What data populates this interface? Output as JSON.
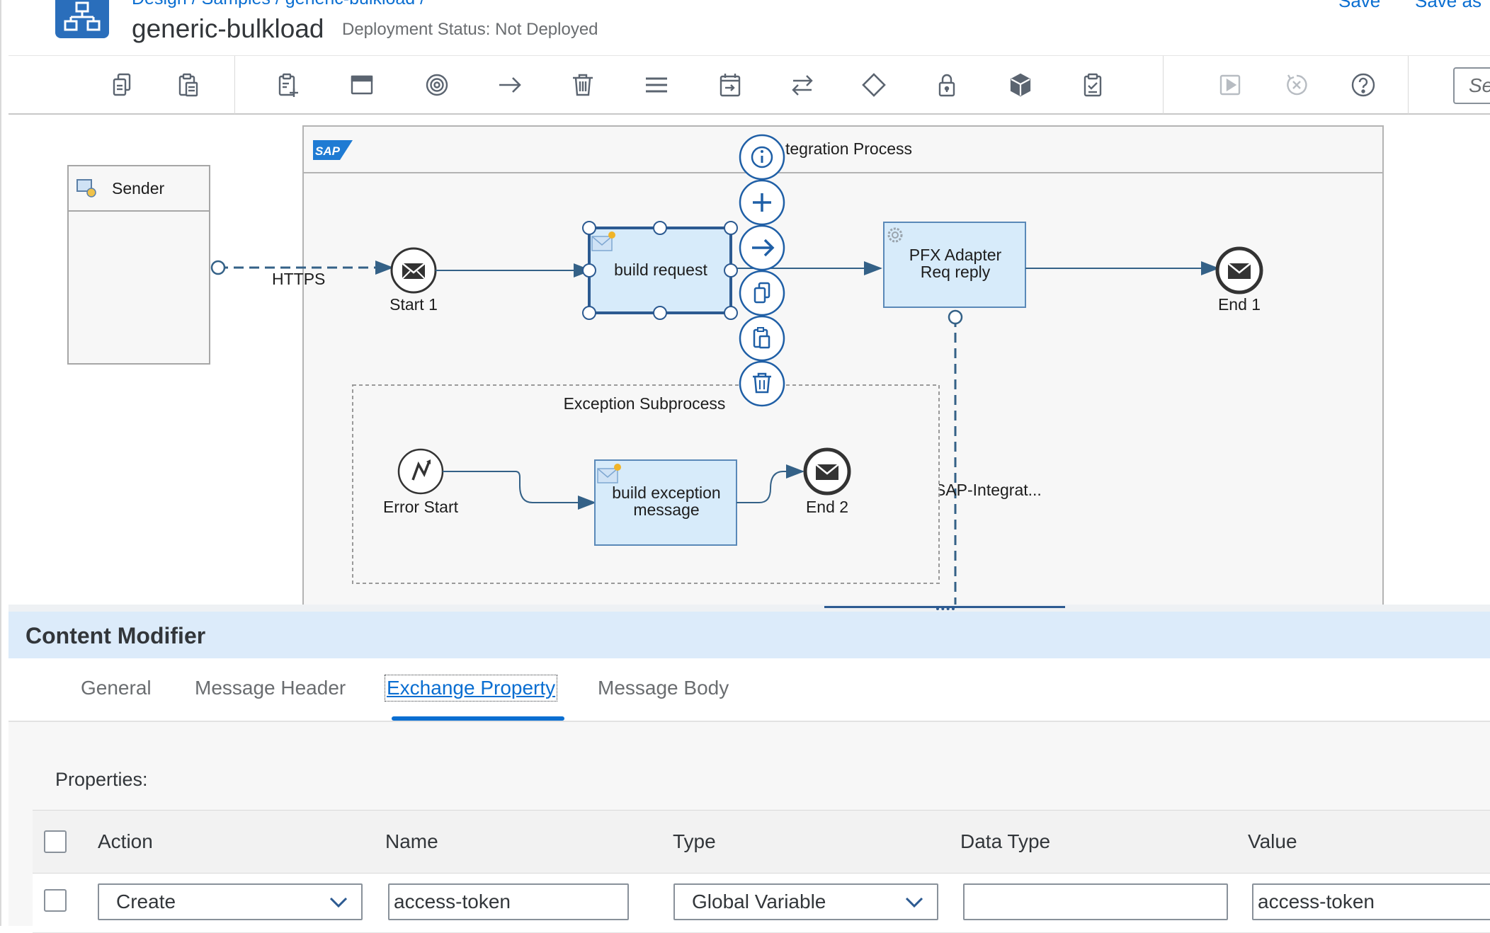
{
  "header": {
    "breadcrumb": "Design / Samples / generic-bulkload /",
    "title": "generic-bulkload",
    "deployment_status": "Deployment Status: Not Deployed",
    "save_label": "Save",
    "save_as_label": "Save as"
  },
  "toolbar": {
    "icons": [
      "copy-icon",
      "paste-icon",
      "add-icon",
      "window-icon",
      "target-icon",
      "arrow-right-icon",
      "delete-icon",
      "menu-icon",
      "calendar-icon",
      "swap-icon",
      "diamond-icon",
      "lock-icon",
      "cube-icon",
      "clipboard-check-icon",
      "play-icon",
      "cancel-icon",
      "help-icon"
    ],
    "search_placeholder": "Se"
  },
  "canvas": {
    "sender_label": "Sender",
    "https_label": "HTTPS",
    "integration_process_label": "tegration Process",
    "start1_label": "Start 1",
    "build_request_label": "build request",
    "pfx_adapter_line1": "PFX Adapter",
    "pfx_adapter_line2": "Req reply",
    "end1_label": "End 1",
    "exception_subprocess_label": "Exception Subprocess",
    "error_start_label": "Error Start",
    "build_exception_line1": "build exception",
    "build_exception_line2": "message",
    "end2_label": "End 2",
    "receiver_label": "Pricefx-SAP-Integrat...",
    "context_icons": [
      "info-icon",
      "plus-icon",
      "connect-arrow-icon",
      "copy-icon",
      "paste-icon",
      "delete-icon"
    ]
  },
  "panel": {
    "title": "Content Modifier",
    "tabs": [
      {
        "label": "General",
        "active": false
      },
      {
        "label": "Message Header",
        "active": false
      },
      {
        "label": "Exchange Property",
        "active": true
      },
      {
        "label": "Message Body",
        "active": false
      }
    ],
    "properties_label": "Properties:",
    "table": {
      "columns": [
        "Action",
        "Name",
        "Type",
        "Data Type",
        "Value"
      ],
      "rows": [
        {
          "action": "Create",
          "name": "access-token",
          "type": "Global Variable",
          "data_type": "",
          "value": "access-token"
        }
      ]
    }
  },
  "colors": {
    "accent": "#0a6ed1",
    "flow_line": "#346187",
    "step_fill": "#d7ebfa",
    "panel_header": "#dcebfa"
  }
}
